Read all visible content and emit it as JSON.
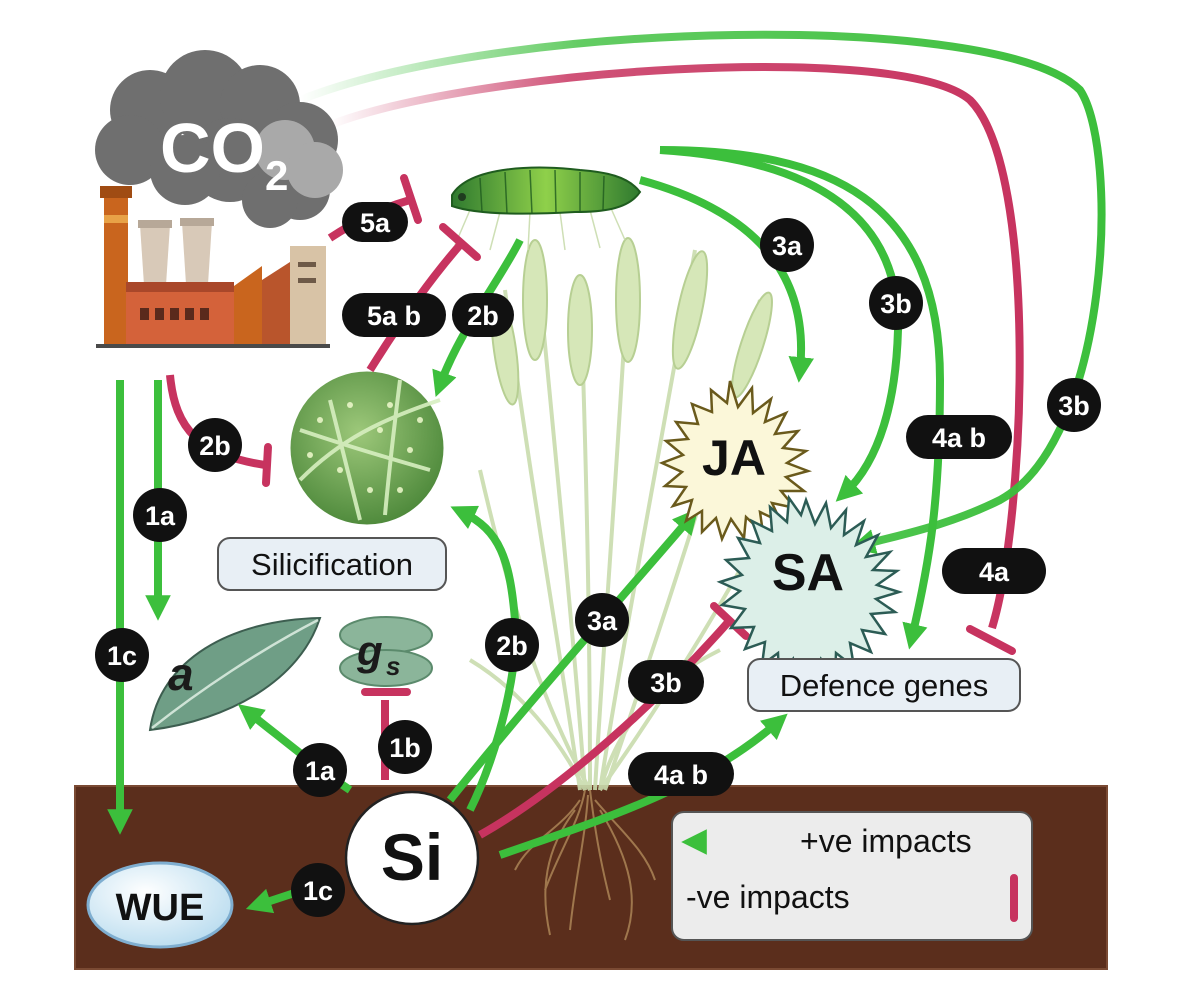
{
  "co2": {
    "label_main": "CO",
    "label_sub": "2"
  },
  "nodes": {
    "si": "Si",
    "wue": "WUE",
    "ja": "JA",
    "sa": "SA",
    "leaf": "a",
    "stomata_main": "g",
    "stomata_sub": "s"
  },
  "boxes": {
    "silicification": "Silicification",
    "defence_genes": "Defence genes"
  },
  "badges": {
    "b_5a": "5a",
    "b_5ab": "5a b",
    "b_2b_top": "2b",
    "b_2b_left": "2b",
    "b_2b_mid": "2b",
    "b_1a_left": "1a",
    "b_1a_bottom": "1a",
    "b_1b": "1b",
    "b_1c_left": "1c",
    "b_1c_bottom": "1c",
    "b_3a_top": "3a",
    "b_3a_mid": "3a",
    "b_3b_top": "3b",
    "b_3b_right": "3b",
    "b_3b_mid": "3b",
    "b_4ab_right": "4a b",
    "b_4ab_bottom": "4a b",
    "b_4a": "4a"
  },
  "legend": {
    "positive": "+ve impacts",
    "negative": "-ve impacts"
  },
  "colors": {
    "positive": "#3cbf3c",
    "negative": "#c7335f",
    "soil": "#5b2e1c",
    "badge": "#111111"
  }
}
